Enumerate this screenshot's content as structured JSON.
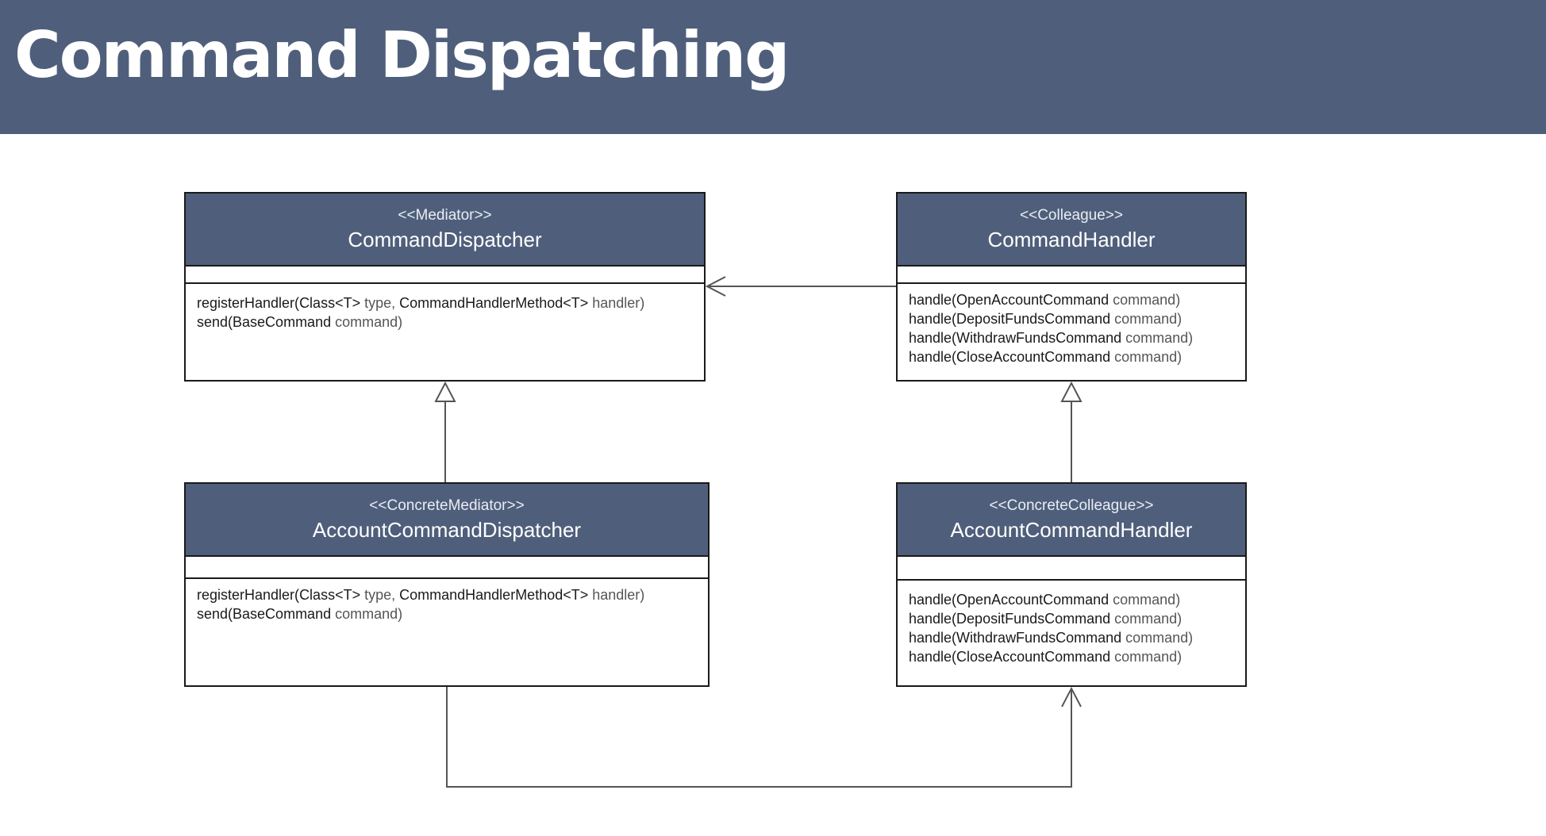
{
  "title": "Command Dispatching",
  "classes": {
    "command_dispatcher": {
      "stereotype": "<<Mediator>>",
      "name": "CommandDispatcher",
      "methods": [
        {
          "name": "registerHandler(",
          "t1": "Class<T>",
          "p1": " type, ",
          "t2": "CommandHandlerMethod<T>",
          "p2": " handler)"
        },
        {
          "name": "send(",
          "t1": "BaseCommand",
          "p1": " command)"
        }
      ]
    },
    "command_handler": {
      "stereotype": "<<Colleague>>",
      "name": "CommandHandler",
      "methods": [
        {
          "name": "handle(",
          "t1": "OpenAccountCommand",
          "p1": " command)"
        },
        {
          "name": "handle(",
          "t1": "DepositFundsCommand",
          "p1": " command)"
        },
        {
          "name": "handle(",
          "t1": "WithdrawFundsCommand",
          "p1": " command)"
        },
        {
          "name": "handle(",
          "t1": "CloseAccountCommand",
          "p1": " command)"
        }
      ]
    },
    "account_command_dispatcher": {
      "stereotype": "<<ConcreteMediator>>",
      "name": "AccountCommandDispatcher",
      "methods": [
        {
          "name": "registerHandler(",
          "t1": "Class<T>",
          "p1": " type, ",
          "t2": "CommandHandlerMethod<T>",
          "p2": " handler)"
        },
        {
          "name": "send(",
          "t1": "BaseCommand",
          "p1": " command)"
        }
      ]
    },
    "account_command_handler": {
      "stereotype": "<<ConcreteColleague>>",
      "name": "AccountCommandHandler",
      "methods": [
        {
          "name": "handle(",
          "t1": "OpenAccountCommand",
          "p1": " command)"
        },
        {
          "name": "handle(",
          "t1": "DepositFundsCommand",
          "p1": " command)"
        },
        {
          "name": "handle(",
          "t1": "WithdrawFundsCommand",
          "p1": " command)"
        },
        {
          "name": "handle(",
          "t1": "CloseAccountCommand",
          "p1": " command)"
        }
      ]
    }
  },
  "colors": {
    "header_bg": "#4f5f7b",
    "line": "#555555",
    "border": "#1a1a1a"
  }
}
